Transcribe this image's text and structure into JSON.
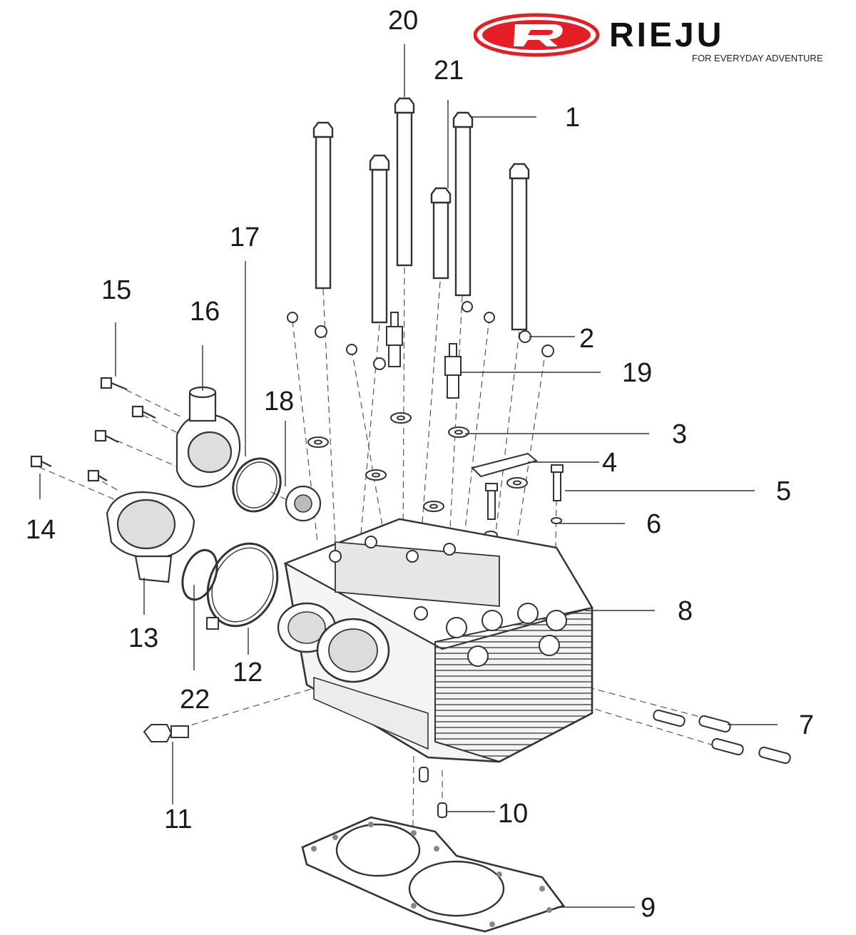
{
  "brand": {
    "name": "RIEJU",
    "tagline": "FOR EVERYDAY ADVENTURE",
    "logo_mark": "R",
    "accent_color": "#e31e24"
  },
  "callouts": [
    {
      "id": "c1",
      "text": "1"
    },
    {
      "id": "c2",
      "text": "2"
    },
    {
      "id": "c3",
      "text": "3"
    },
    {
      "id": "c4",
      "text": "4"
    },
    {
      "id": "c5",
      "text": "5"
    },
    {
      "id": "c6",
      "text": "6"
    },
    {
      "id": "c7",
      "text": "7"
    },
    {
      "id": "c8",
      "text": "8"
    },
    {
      "id": "c9",
      "text": "9"
    },
    {
      "id": "c10",
      "text": "10"
    },
    {
      "id": "c11",
      "text": "11"
    },
    {
      "id": "c12",
      "text": "12"
    },
    {
      "id": "c13",
      "text": "13"
    },
    {
      "id": "c14",
      "text": "14"
    },
    {
      "id": "c15",
      "text": "15"
    },
    {
      "id": "c16",
      "text": "16"
    },
    {
      "id": "c17",
      "text": "17"
    },
    {
      "id": "c18",
      "text": "18"
    },
    {
      "id": "c19",
      "text": "19"
    },
    {
      "id": "c20",
      "text": "20"
    },
    {
      "id": "c21",
      "text": "21"
    },
    {
      "id": "c22",
      "text": "22"
    }
  ]
}
